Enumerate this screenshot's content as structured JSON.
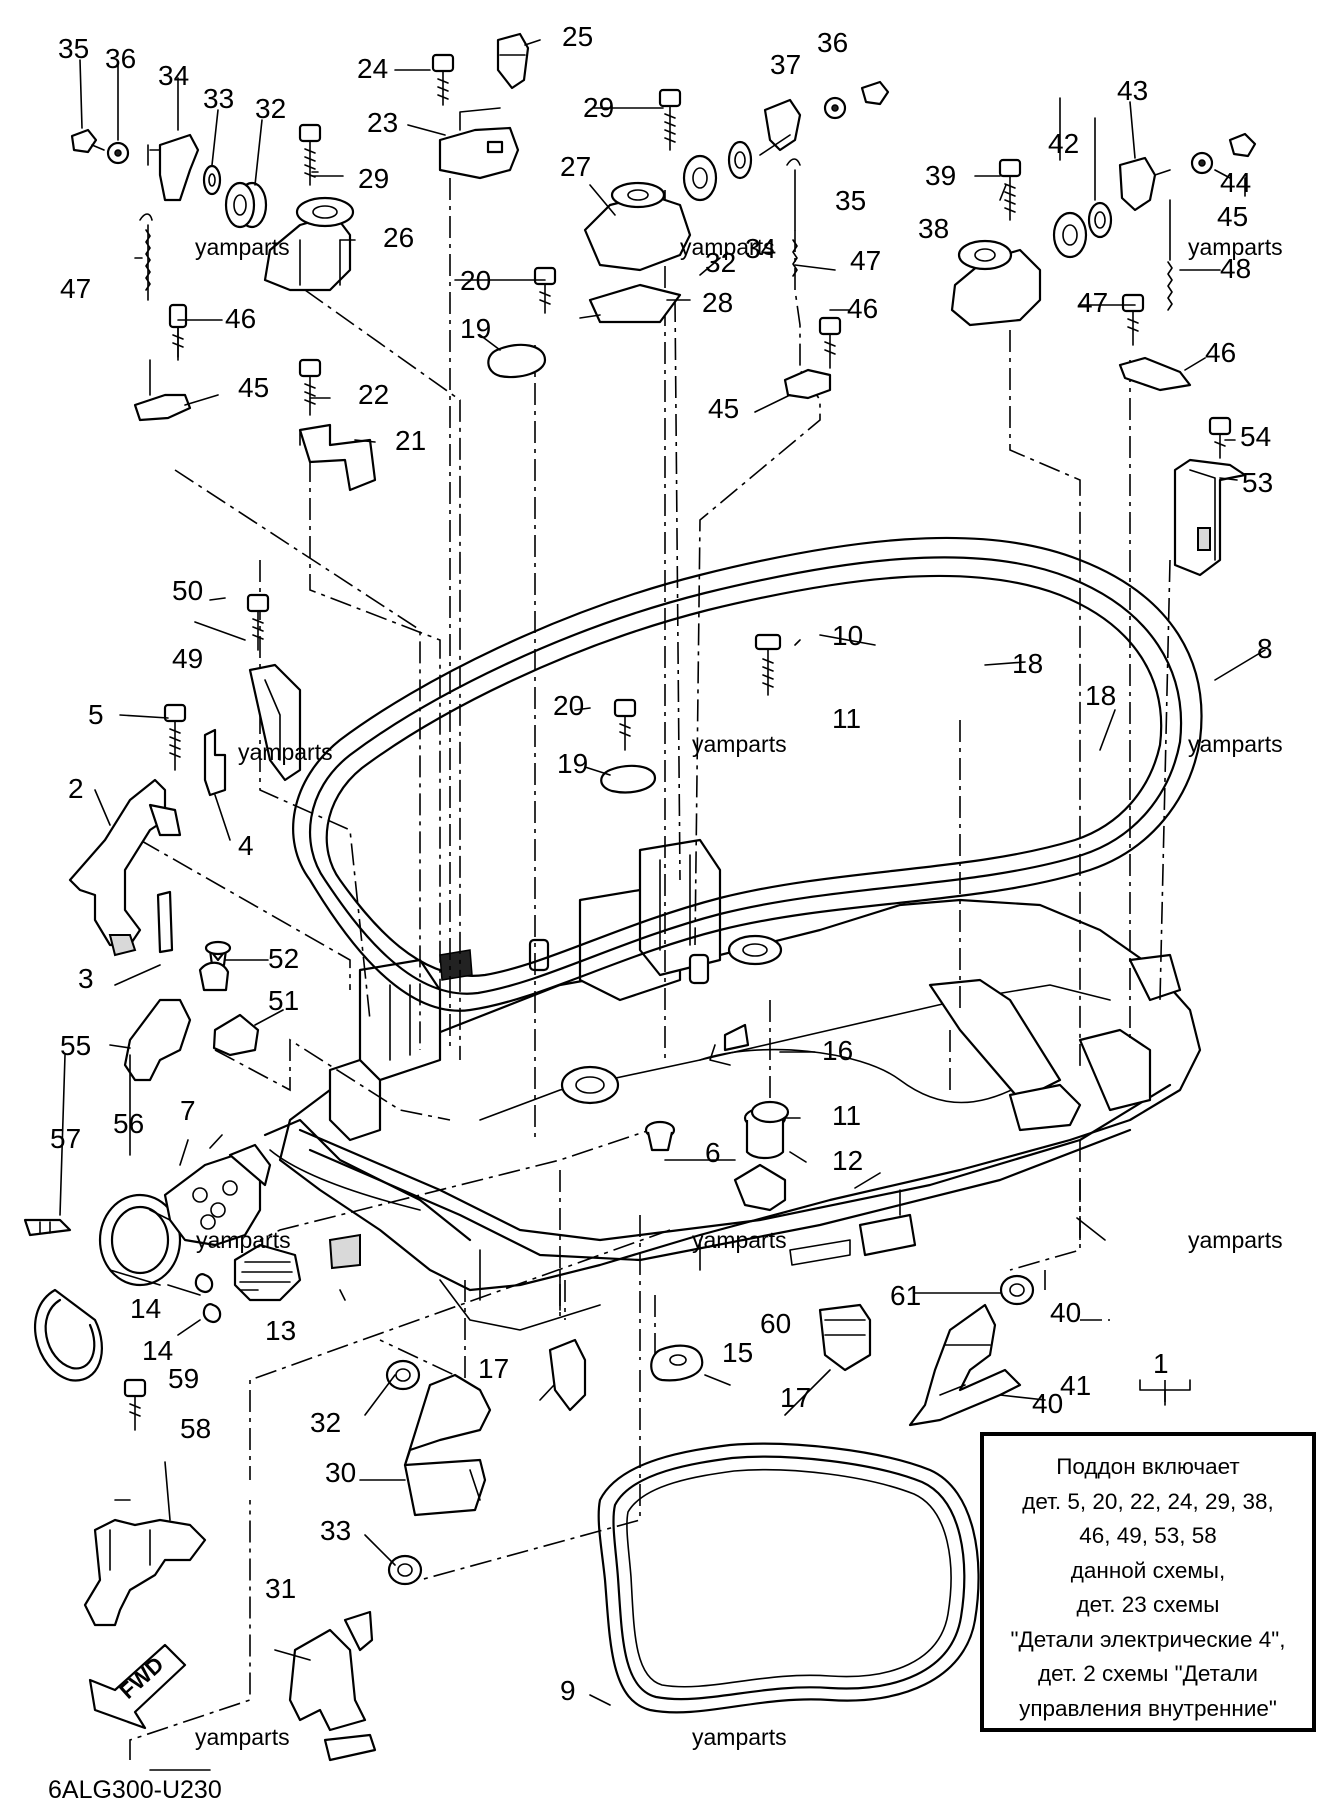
{
  "diagram_code": "6ALG300-U230",
  "fwd_label": "FWD",
  "watermark": "yamparts",
  "watermarks": [
    "yamparts",
    "yamparts",
    "yamparts",
    "yamparts",
    "yamparts",
    "yamparts",
    "yamparts",
    "yamparts",
    "yamparts",
    "yamparts",
    "yamparts"
  ],
  "callouts": [
    "1",
    "2",
    "3",
    "4",
    "5",
    "6",
    "7",
    "8",
    "9",
    "10",
    "11",
    "11",
    "12",
    "13",
    "14",
    "14",
    "15",
    "16",
    "17",
    "17",
    "18",
    "18",
    "19",
    "19",
    "20",
    "20",
    "21",
    "22",
    "23",
    "24",
    "25",
    "26",
    "27",
    "28",
    "29",
    "29",
    "30",
    "31",
    "32",
    "32",
    "32",
    "33",
    "33",
    "34",
    "34",
    "35",
    "35",
    "36",
    "36",
    "37",
    "38",
    "39",
    "40",
    "40",
    "41",
    "42",
    "43",
    "44",
    "45",
    "45",
    "45",
    "46",
    "46",
    "46",
    "47",
    "47",
    "47",
    "48",
    "49",
    "50",
    "51",
    "52",
    "53",
    "54",
    "55",
    "56",
    "57",
    "58",
    "59",
    "60",
    "61"
  ],
  "note": {
    "lines": [
      "Поддон включает",
      "дет. 5, 20, 22, 24, 29, 38,",
      "46, 49, 53, 58",
      "данной схемы,",
      "дет. 23 схемы",
      "\"Детали электрические 4\",",
      "дет. 2 схемы \"Детали",
      "управления внутренние\""
    ]
  }
}
